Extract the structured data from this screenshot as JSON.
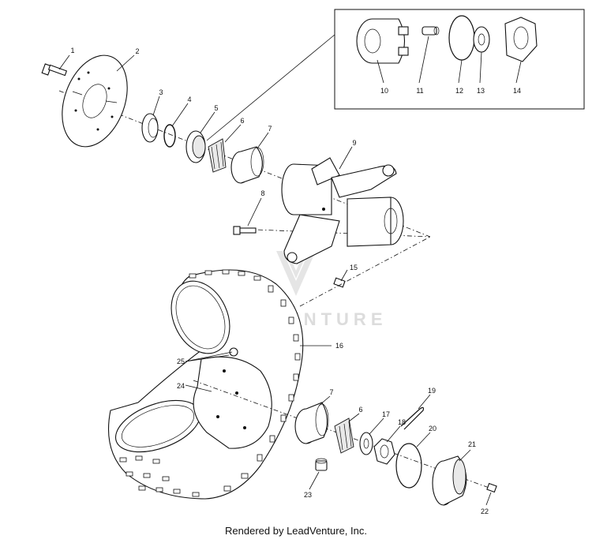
{
  "diagram": {
    "callouts": [
      "1",
      "2",
      "3",
      "4",
      "5",
      "6",
      "7",
      "8",
      "9",
      "10",
      "11",
      "12",
      "13",
      "14",
      "15",
      "16",
      "17",
      "18",
      "19",
      "20",
      "21",
      "22",
      "23",
      "24",
      "25"
    ],
    "callouts_repeat": [
      "7",
      "6"
    ]
  },
  "watermark": {
    "text": "LEADVENTURE"
  },
  "footer": {
    "credit": "Rendered by LeadVenture, Inc."
  }
}
